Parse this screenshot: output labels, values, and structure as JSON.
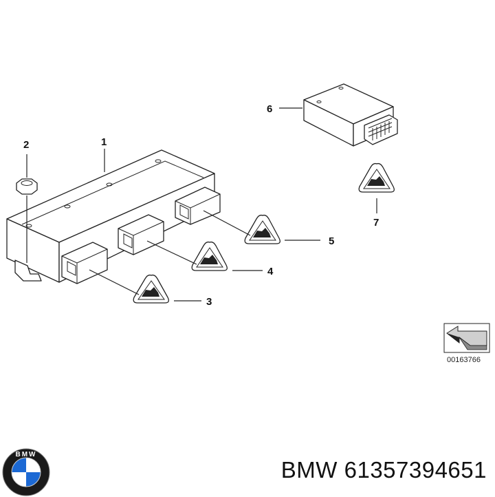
{
  "callouts": {
    "c1": "1",
    "c2": "2",
    "c3": "3",
    "c4": "4",
    "c5": "5",
    "c6": "6",
    "c7": "7"
  },
  "reference_code": "00163766",
  "footer": {
    "brand": "BMW",
    "part_number": "61357394651",
    "text": "BMW 61357394651"
  },
  "logo": {
    "letters": "BMW",
    "colors": {
      "ring": "#1a1a1a",
      "blue": "#1c69d4",
      "white": "#ffffff"
    }
  },
  "icons": [
    "bmw-logo-icon",
    "connector-warning-icon",
    "direction-arrow-icon"
  ]
}
